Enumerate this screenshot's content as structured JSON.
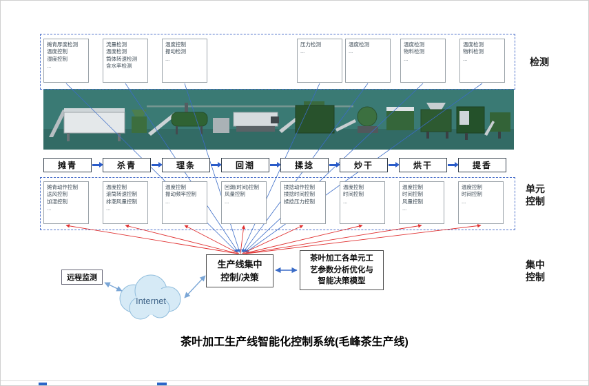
{
  "title": "茶叶加工生产线智能化控制系统(毛峰茶生产线)",
  "side_labels": {
    "detection": "检测",
    "unit_line1": "单元",
    "unit_line2": "控制",
    "central_line1": "集中",
    "central_line2": "控制"
  },
  "detection_boxes": [
    {
      "lines": [
        "摊青厚度检测",
        "温度控制",
        "湿度控制",
        "..."
      ]
    },
    {
      "lines": [
        "流量检测",
        "温度检测",
        "筒体转速检测",
        "含水率检测"
      ]
    },
    {
      "lines": [
        "温度控制",
        "振动检测",
        "..."
      ]
    },
    {
      "lines": [
        "压力检测",
        "..."
      ]
    },
    {
      "lines": [
        "温度检测",
        "..."
      ]
    },
    {
      "lines": [
        "温度检测",
        "物料检测",
        "..."
      ]
    },
    {
      "lines": [
        "温度检测",
        "物料检测",
        "..."
      ]
    }
  ],
  "process_steps": [
    "摊青",
    "杀青",
    "理条",
    "回潮",
    "揉捻",
    "炒干",
    "烘干",
    "提香"
  ],
  "unit_boxes": [
    {
      "lines": [
        "摊青动作控制",
        "送风控制",
        "加湿控制",
        "..."
      ]
    },
    {
      "lines": [
        "温度控制",
        "滚筒转速控制",
        "排潮风量控制",
        "..."
      ]
    },
    {
      "lines": [
        "温度控制",
        "振动频率控制",
        "..."
      ]
    },
    {
      "lines": [
        "回潮(时间)控制",
        "风量控制",
        "..."
      ]
    },
    {
      "lines": [
        "揉捻动作控制",
        "揉捻时间控制",
        "揉捻压力控制"
      ]
    },
    {
      "lines": [
        "温度控制",
        "时间控制",
        "..."
      ]
    },
    {
      "lines": [
        "温度控制",
        "时间控制",
        "风量控制",
        "..."
      ]
    },
    {
      "lines": [
        "温度控制",
        "时间控制",
        "..."
      ]
    }
  ],
  "central_box": {
    "line1": "生产线集中",
    "line2": "控制/决策"
  },
  "model_box": {
    "line1": "茶叶加工各单元工",
    "line2": "艺参数分析优化与",
    "line3": "智能决策模型"
  },
  "remote_monitor": "远程监测",
  "internet_label": "Internet",
  "colors": {
    "dashed_border": "#4a6fc9",
    "detection_line": "#3b6cc7",
    "command_line": "#e03030",
    "machinery_background": "#3a7a74"
  }
}
